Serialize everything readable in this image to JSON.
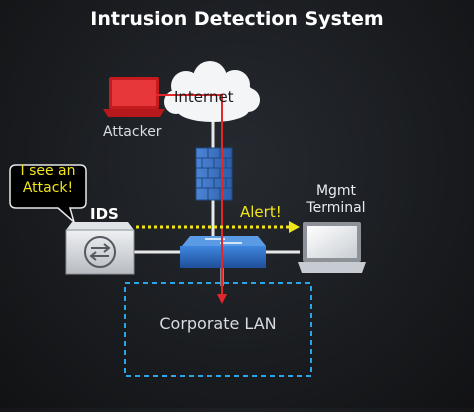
{
  "title": "Intrusion Detection System",
  "nodes": {
    "internet": "Internet",
    "attacker": "Attacker",
    "ids": "IDS",
    "mgmt_terminal": "Mgmt\nTerminal",
    "corporate_lan": "Corporate LAN"
  },
  "callouts": {
    "ids_bubble": "I see an\nAttack!",
    "alert": "Alert!"
  },
  "colors": {
    "attack_path": "#e3262a",
    "alert_path": "#f2e51a",
    "lan_border": "#2aa6e6",
    "firewall": "#3a6fc4",
    "switch": "#2f6fc9",
    "attacker_laptop": "#d92124"
  }
}
